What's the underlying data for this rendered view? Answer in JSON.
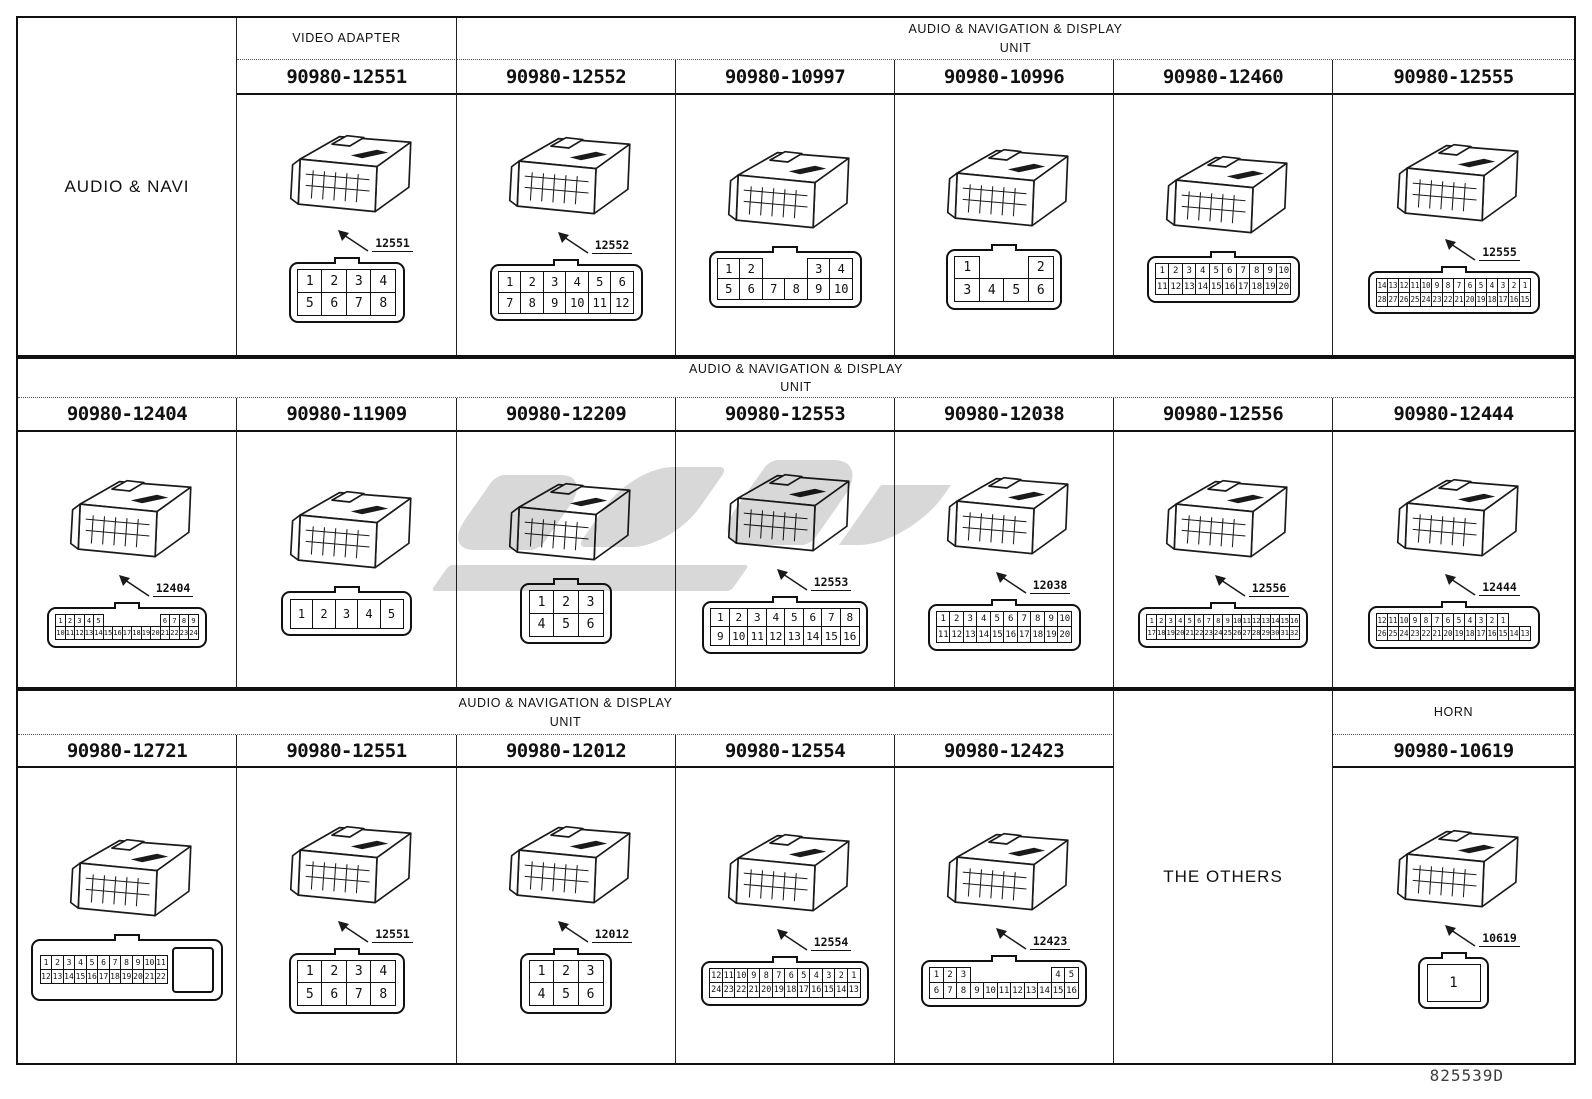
{
  "page": {
    "doc_id": "825539D",
    "watermark": "stylized-gray-logo"
  },
  "row_groups": [
    {
      "side_label": "AUDIO & NAVI",
      "headers": [
        {
          "lines": [
            "VIDEO ADAPTER"
          ],
          "col_start": 2,
          "col_span": 1
        },
        {
          "lines": [
            "AUDIO & NAVIGATION & DISPLAY",
            "UNIT"
          ],
          "col_start": 3,
          "col_span": 5
        }
      ],
      "cells": [
        {
          "col": 2,
          "part_number": "90980-12551",
          "callout": "12551",
          "pin_rows": [
            [
              "1",
              "2",
              "3",
              "4"
            ],
            [
              "5",
              "6",
              "7",
              "8"
            ]
          ]
        },
        {
          "col": 3,
          "part_number": "90980-12552",
          "callout": "12552",
          "pin_rows": [
            [
              "1",
              "2",
              "3",
              "4",
              "5",
              "6"
            ],
            [
              "7",
              "8",
              "9",
              "10",
              "11",
              "12"
            ]
          ]
        },
        {
          "col": 4,
          "part_number": "90980-10997",
          "callout": "",
          "pin_rows": [
            [
              "1",
              "2",
              "",
              "",
              "3",
              "4"
            ],
            [
              "5",
              "6",
              "7",
              "8",
              "9",
              "10"
            ]
          ]
        },
        {
          "col": 5,
          "part_number": "90980-10996",
          "callout": "",
          "pin_rows": [
            [
              "1",
              "",
              "",
              "2"
            ],
            [
              "3",
              "4",
              "5",
              "6"
            ]
          ]
        },
        {
          "col": 6,
          "part_number": "90980-12460",
          "callout": "",
          "pin_rows": [
            [
              "1",
              "2",
              "3",
              "4",
              "5",
              "6",
              "7",
              "8",
              "9",
              "10"
            ],
            [
              "11",
              "12",
              "13",
              "14",
              "15",
              "16",
              "17",
              "18",
              "19",
              "20"
            ]
          ]
        },
        {
          "col": 7,
          "part_number": "90980-12555",
          "callout": "12555",
          "pin_rows": [
            [
              "14",
              "13",
              "12",
              "11",
              "10",
              "9",
              "8",
              "7",
              "6",
              "5",
              "4",
              "3",
              "2",
              "1"
            ],
            [
              "28",
              "27",
              "26",
              "25",
              "24",
              "23",
              "22",
              "21",
              "20",
              "19",
              "18",
              "17",
              "16",
              "15"
            ]
          ]
        }
      ]
    },
    {
      "headers": [
        {
          "lines": [
            "AUDIO & NAVIGATION & DISPLAY",
            "UNIT"
          ],
          "col_start": 1,
          "col_span": 7
        }
      ],
      "cells": [
        {
          "col": 1,
          "part_number": "90980-12404",
          "callout": "12404",
          "pin_rows": [
            [
              "1",
              "2",
              "3",
              "4",
              "5",
              "",
              "",
              "",
              "",
              "",
              "",
              "6",
              "7",
              "8",
              "9"
            ],
            [
              "10",
              "11",
              "12",
              "13",
              "14",
              "15",
              "16",
              "17",
              "18",
              "19",
              "20",
              "21",
              "22",
              "23",
              "24"
            ]
          ]
        },
        {
          "col": 2,
          "part_number": "90980-11909",
          "callout": "",
          "pin_rows": [
            [
              "1",
              "2",
              "3",
              "4",
              "5"
            ]
          ]
        },
        {
          "col": 3,
          "part_number": "90980-12209",
          "callout": "",
          "pin_rows": [
            [
              "1",
              "2",
              "3"
            ],
            [
              "4",
              "5",
              "6"
            ]
          ]
        },
        {
          "col": 4,
          "part_number": "90980-12553",
          "callout": "12553",
          "pin_rows": [
            [
              "1",
              "2",
              "3",
              "4",
              "5",
              "6",
              "7",
              "8"
            ],
            [
              "9",
              "10",
              "11",
              "12",
              "13",
              "14",
              "15",
              "16"
            ]
          ]
        },
        {
          "col": 5,
          "part_number": "90980-12038",
          "callout": "12038",
          "pin_rows": [
            [
              "1",
              "2",
              "3",
              "4",
              "5",
              "6",
              "7",
              "8",
              "9",
              "10"
            ],
            [
              "11",
              "12",
              "13",
              "14",
              "15",
              "16",
              "17",
              "18",
              "19",
              "20"
            ]
          ]
        },
        {
          "col": 6,
          "part_number": "90980-12556",
          "callout": "12556",
          "pin_rows": [
            [
              "1",
              "2",
              "3",
              "4",
              "5",
              "6",
              "7",
              "8",
              "9",
              "10",
              "11",
              "12",
              "13",
              "14",
              "15",
              "16"
            ],
            [
              "17",
              "18",
              "19",
              "20",
              "21",
              "22",
              "23",
              "24",
              "25",
              "26",
              "27",
              "28",
              "29",
              "30",
              "31",
              "32"
            ]
          ]
        },
        {
          "col": 7,
          "part_number": "90980-12444",
          "callout": "12444",
          "pin_rows": [
            [
              "12",
              "11",
              "10",
              "9",
              "8",
              "7",
              "6",
              "5",
              "4",
              "3",
              "2",
              "1"
            ],
            [
              "26",
              "25",
              "24",
              "23",
              "22",
              "21",
              "20",
              "19",
              "18",
              "17",
              "16",
              "15",
              "14",
              "13"
            ]
          ]
        }
      ]
    },
    {
      "others_label": "THE OTHERS",
      "headers": [
        {
          "lines": [
            "AUDIO & NAVIGATION & DISPLAY",
            "UNIT"
          ],
          "col_start": 1,
          "col_span": 5
        },
        {
          "lines": [
            "HORN"
          ],
          "col_start": 7,
          "col_span": 1
        }
      ],
      "cells": [
        {
          "col": 1,
          "part_number": "90980-12721",
          "callout": "",
          "side_opening": true,
          "pin_rows": [
            [
              "1",
              "2",
              "3",
              "4",
              "5",
              "6",
              "7",
              "8",
              "9",
              "10",
              "11"
            ],
            [
              "12",
              "13",
              "14",
              "15",
              "16",
              "17",
              "18",
              "19",
              "20",
              "21",
              "22"
            ]
          ]
        },
        {
          "col": 2,
          "part_number": "90980-12551",
          "callout": "12551",
          "pin_rows": [
            [
              "1",
              "2",
              "3",
              "4"
            ],
            [
              "5",
              "6",
              "7",
              "8"
            ]
          ]
        },
        {
          "col": 3,
          "part_number": "90980-12012",
          "callout": "12012",
          "pin_rows": [
            [
              "1",
              "2",
              "3"
            ],
            [
              "4",
              "5",
              "6"
            ]
          ]
        },
        {
          "col": 4,
          "part_number": "90980-12554",
          "callout": "12554",
          "pin_rows": [
            [
              "12",
              "11",
              "10",
              "9",
              "8",
              "7",
              "6",
              "5",
              "4",
              "3",
              "2",
              "1"
            ],
            [
              "24",
              "23",
              "22",
              "21",
              "20",
              "19",
              "18",
              "17",
              "16",
              "15",
              "14",
              "13"
            ]
          ]
        },
        {
          "col": 5,
          "part_number": "90980-12423",
          "callout": "12423",
          "pin_rows": [
            [
              "1",
              "2",
              "3",
              "",
              "",
              "",
              "",
              "",
              "",
              "4",
              "5"
            ],
            [
              "6",
              "7",
              "8",
              "9",
              "10",
              "11",
              "12",
              "13",
              "14",
              "15",
              "16"
            ]
          ]
        },
        {
          "col": 7,
          "part_number": "90980-10619",
          "callout": "10619",
          "pin_rows": [
            [
              "1"
            ]
          ]
        }
      ]
    }
  ]
}
